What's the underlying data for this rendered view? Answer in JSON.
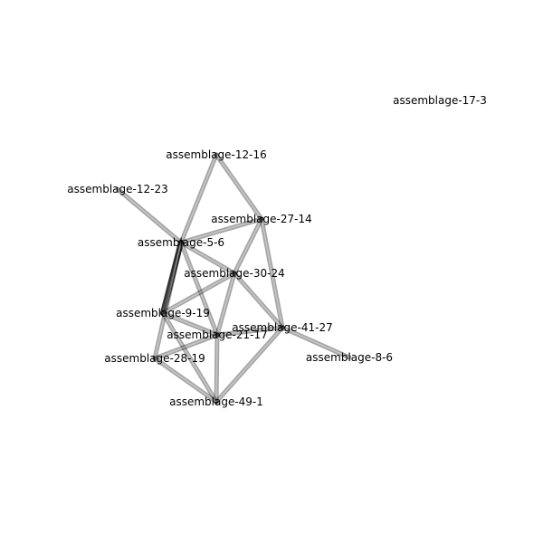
{
  "graph": {
    "nodes": [
      {
        "id": "n1",
        "label": "assemblage-17-3"
      },
      {
        "id": "n2",
        "label": "assemblage-12-16"
      },
      {
        "id": "n3",
        "label": "assemblage-12-23"
      },
      {
        "id": "n4",
        "label": "assemblage-27-14"
      },
      {
        "id": "n5",
        "label": "assemblage-5-6"
      },
      {
        "id": "n6",
        "label": "assemblage-30-24"
      },
      {
        "id": "n7",
        "label": "assemblage-9-19"
      },
      {
        "id": "n8",
        "label": "assemblage-41-27"
      },
      {
        "id": "n9",
        "label": "assemblage-21-17"
      },
      {
        "id": "n10",
        "label": "assemblage-8-6"
      },
      {
        "id": "n11",
        "label": "assemblage-28-19"
      },
      {
        "id": "n12",
        "label": "assemblage-49-1"
      }
    ],
    "edges": [
      {
        "source": "n2",
        "target": "n5",
        "weight": 1
      },
      {
        "source": "n2",
        "target": "n4",
        "weight": 1
      },
      {
        "source": "n3",
        "target": "n5",
        "weight": 1
      },
      {
        "source": "n5",
        "target": "n4",
        "weight": 1
      },
      {
        "source": "n5",
        "target": "n6",
        "weight": 1
      },
      {
        "source": "n5",
        "target": "n7",
        "weight": 3
      },
      {
        "source": "n5",
        "target": "n9",
        "weight": 1
      },
      {
        "source": "n5",
        "target": "n11",
        "weight": 1
      },
      {
        "source": "n4",
        "target": "n6",
        "weight": 1
      },
      {
        "source": "n4",
        "target": "n8",
        "weight": 1
      },
      {
        "source": "n6",
        "target": "n7",
        "weight": 1
      },
      {
        "source": "n6",
        "target": "n8",
        "weight": 1
      },
      {
        "source": "n6",
        "target": "n9",
        "weight": 1
      },
      {
        "source": "n7",
        "target": "n9",
        "weight": 1
      },
      {
        "source": "n7",
        "target": "n12",
        "weight": 1
      },
      {
        "source": "n9",
        "target": "n8",
        "weight": 1
      },
      {
        "source": "n9",
        "target": "n11",
        "weight": 1
      },
      {
        "source": "n9",
        "target": "n12",
        "weight": 1
      },
      {
        "source": "n8",
        "target": "n10",
        "weight": 1
      },
      {
        "source": "n8",
        "target": "n12",
        "weight": 1
      },
      {
        "source": "n11",
        "target": "n12",
        "weight": 1
      }
    ]
  },
  "colors": {
    "edge": "#000000",
    "edge_highlight": "#ffffff",
    "text": "#000000",
    "background": "#ffffff"
  }
}
